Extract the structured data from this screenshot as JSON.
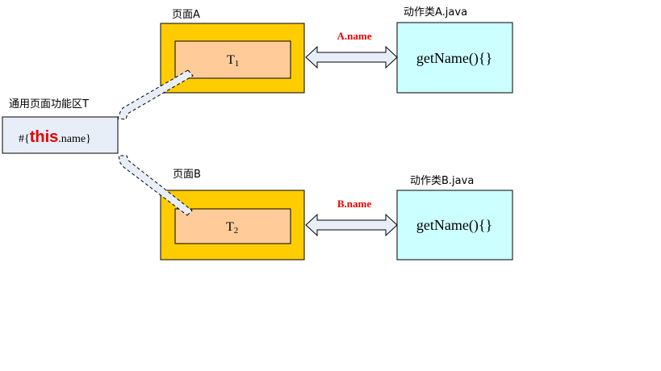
{
  "colors": {
    "page_fill": "#ffcc00",
    "inner_fill": "#ffcc99",
    "action_fill": "#ccffff",
    "common_fill": "#e8eef8",
    "highlight": "#e60000",
    "stroke": "#000000",
    "arrow_fill": "#e8eef8"
  },
  "common_area": {
    "title": "通用页面功能区T",
    "expr_prefix": "#{",
    "expr_keyword": "this",
    "expr_suffix": ".name}"
  },
  "page_a": {
    "title": "页面A",
    "inner_label": "T",
    "inner_sub": "1"
  },
  "page_b": {
    "title": "页面B",
    "inner_label": "T",
    "inner_sub": "2"
  },
  "action_a": {
    "title": "动作类A.java",
    "method": "getName(){}"
  },
  "action_b": {
    "title": "动作类B.java",
    "method": "getName(){}"
  },
  "binding_a": {
    "label": "A.name"
  },
  "binding_b": {
    "label": "B.name"
  }
}
